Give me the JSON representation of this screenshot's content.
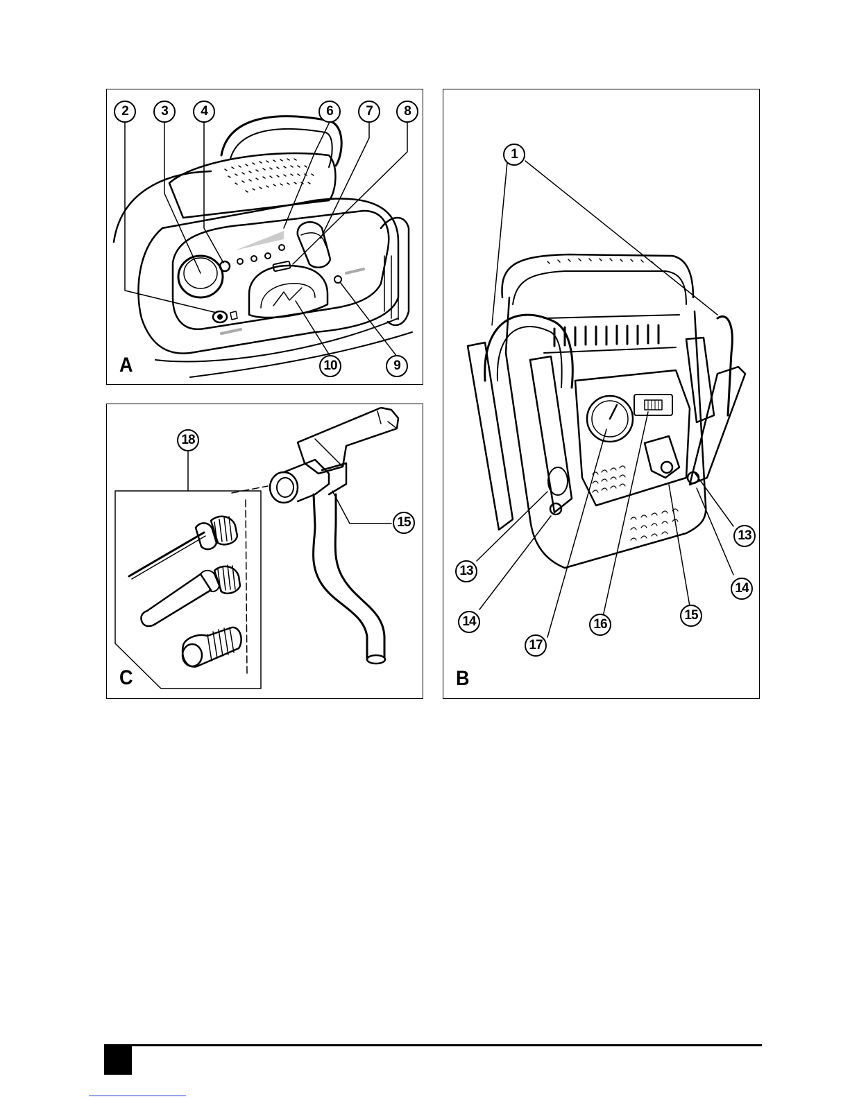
{
  "figures": {
    "A": {
      "letter": "A",
      "callouts": [
        "2",
        "3",
        "4",
        "6",
        "7",
        "8",
        "10",
        "9"
      ]
    },
    "B": {
      "letter": "B",
      "callouts": [
        "1",
        "13",
        "14",
        "17",
        "16",
        "15",
        "14",
        "13"
      ]
    },
    "C": {
      "letter": "C",
      "callouts": [
        "18",
        "15"
      ]
    }
  },
  "colors": {
    "ink": "#000000",
    "paper": "#ffffff",
    "link": "#2233cc"
  }
}
